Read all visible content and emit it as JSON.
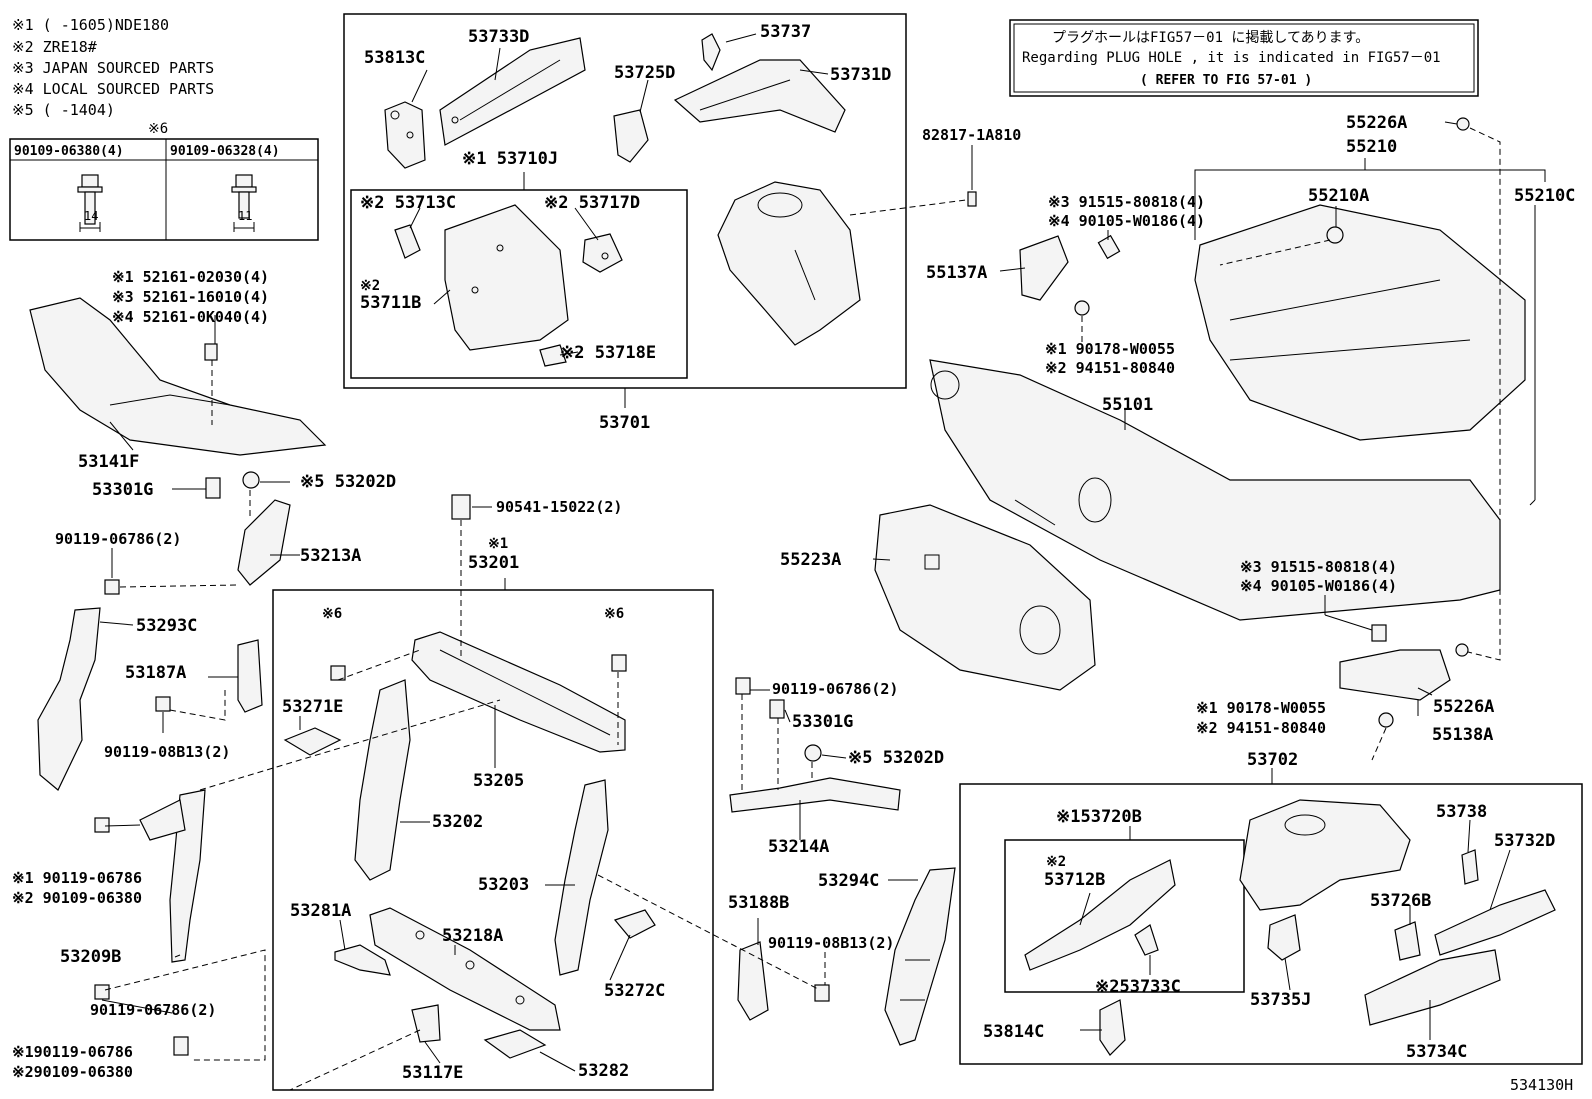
{
  "notes": {
    "n1": "※1 (      -1605)NDE180",
    "n2": "※2 ZRE18#",
    "n3": "※3 JAPAN SOURCED PARTS",
    "n4": "※4 LOCAL SOURCED PARTS",
    "n5": "※5 (      -1404)"
  },
  "bolt_table": {
    "header_mark": "※6",
    "col1": "90109-06380(4)",
    "col2": "90109-06328(4)",
    "dim1": "14",
    "dim2": "11"
  },
  "plug_note": {
    "line1": "プラグホールはFIG57－01 に掲載してあります。",
    "line2": "Regarding PLUG HOLE , it is indicated in FIG57－01",
    "line3": "(  REFER TO FIG 57-01 )"
  },
  "labels": {
    "p53813C": "53813C",
    "p53733D": "53733D",
    "p53737": "53737",
    "p53725D": "53725D",
    "p53731D": "53731D",
    "p53710J": "※1 53710J",
    "p53713C": "※2 53713C",
    "p53717D": "※2 53717D",
    "p53711B_mark": "※2",
    "p53711B": "53711B",
    "p53718E": "※2  53718E",
    "p53701": "53701",
    "p82817": "82817-1A810",
    "p91515a": "※3 91515-80818(4)",
    "p90105a": "※4 90105-W0186(4)",
    "p55137A": "55137A",
    "p90178a": "※1 90178-W0055",
    "p94151a": "※2 94151-80840",
    "p55226A_top": "55226A",
    "p55210": "55210",
    "p55210A": "55210A",
    "p55210C": "55210C",
    "p55101": "55101",
    "p55223A": "55223A",
    "p91515b": "※3 91515-80818(4)",
    "p90105b": "※4 90105-W0186(4)",
    "p55226A_bot": "55226A",
    "p90178b": "※1 90178-W0055",
    "p94151b": "※2 94151-80840",
    "p55138A": "55138A",
    "p53702": "53702",
    "p52161a": "※1 52161-02030(4)",
    "p52161b": "※3 52161-16010(4)",
    "p52161c": "※4 52161-0K040(4)",
    "p53141F": "53141F",
    "p53301G_l": "53301G",
    "p53202D_l": "※5 53202D",
    "p90119_a": "90119-06786(2)",
    "p53213A": "53213A",
    "p90541": "90541-15022(2)",
    "p53201_mark": "※1",
    "p53201": "53201",
    "p53293C": "53293C",
    "p53187A": "53187A",
    "p90119_b": "90119-08B13(2)",
    "p6a": "※6",
    "p6b": "※6",
    "p53271E": "53271E",
    "p53205": "53205",
    "p53202": "53202",
    "p53203": "53203",
    "p90119_c": "90119-06786(2)",
    "p53301G_r": "53301G",
    "p53202D_r": "※5 53202D",
    "p53214A": "53214A",
    "p90119_d1": "※1 90119-06786",
    "p90109_d2": "※2 90109-06380",
    "p53209B": "53209B",
    "p53281A": "53281A",
    "p53218A": "53218A",
    "p53272C": "53272C",
    "p53188B": "53188B",
    "p90119_e": "90119-08B13(2)",
    "p53294C": "53294C",
    "p90119_f": "90119-06786(2)",
    "p90119_g1": "※190119-06786",
    "p90109_g2": "※290109-06380",
    "p53117E": "53117E",
    "p53282": "53282",
    "p53720B": "※153720B",
    "p53712B_mark": "※2",
    "p53712B": "53712B",
    "p53733C": "※253733C",
    "p53814C": "53814C",
    "p53738": "53738",
    "p53732D": "53732D",
    "p53726B": "53726B",
    "p53735J": "53735J",
    "p53734C": "53734C",
    "fig_code": "534130H"
  }
}
